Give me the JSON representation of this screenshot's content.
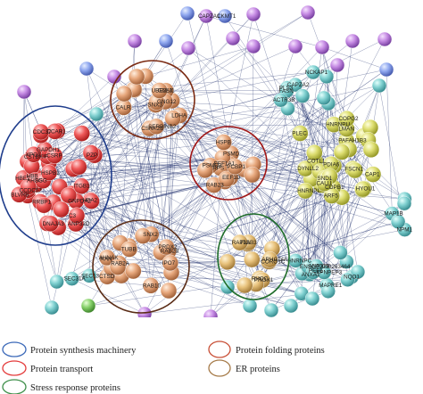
{
  "colors": {
    "synthesis": "#3a68b8",
    "transport": "#e43b3b",
    "stress": "#3e8f4a",
    "folding": "#c84e35",
    "er": "#a57a48",
    "edge": "#1b2a6b"
  },
  "legend": [
    {
      "key": "synthesis",
      "label": "Protein synthesis machinery"
    },
    {
      "key": "transport",
      "label": "Protein transport"
    },
    {
      "key": "stress",
      "label": "Stress response proteins"
    },
    {
      "key": "folding",
      "label": "Protein folding proteins"
    },
    {
      "key": "er",
      "label": "ER proteins"
    }
  ],
  "labels": [
    "HBE1",
    "HBA2",
    "CSTB",
    "HBB",
    "KIF",
    "PZP",
    "GNPDA2",
    "GAPDH1",
    "ANP32D",
    "C3",
    "RRBP1",
    "AHSG",
    "XPOT",
    "BSG",
    "ITGB1",
    "CCDC57",
    "BLVRB",
    "CSRP",
    "DNAJA3",
    "CCAR1",
    "HSPB1",
    "CDC37",
    "CSNK2B",
    "LDHA",
    "CALR",
    "GNAI1",
    "GNG12",
    "SERPINB2",
    "SNX3",
    "UBE2L3",
    "EEF1A1",
    "EEF1D",
    "PSMD",
    "RPS",
    "PSMC3",
    "RAB23",
    "HSPB",
    "PCBP1",
    "RAB10",
    "RAN",
    "RAB2A",
    "RAB2B",
    "CTSD",
    "SNX2",
    "AHNAK",
    "IPO7",
    "TUBB",
    "PRDX2",
    "CORO1C",
    "ITGB3",
    "RHOC",
    "ARHGDIA",
    "PROX1",
    "RAP1A",
    "PAFAH1B3",
    "FSCN1",
    "COTL1",
    "CAP1",
    "DYNLL2",
    "PDIA6",
    "HYOU1",
    "SND1",
    "HNRNPU",
    "HNRNPL",
    "LMAN",
    "PLEC",
    "COPB1",
    "COPG2",
    "ARF5",
    "CALU",
    "PLS3",
    "FASN",
    "CAPZA2",
    "NCKAP1",
    "ACTR3B",
    "MAPRE1",
    "NQO1",
    "PEF1",
    "ANXA1",
    "ENSG00000263464",
    "HNRNPC",
    "XPNPEP3",
    "ANP32B",
    "SEC13",
    "SEC31A",
    "MAP1B",
    "NPM1",
    "CAPZA1",
    "CKMT1"
  ]
}
